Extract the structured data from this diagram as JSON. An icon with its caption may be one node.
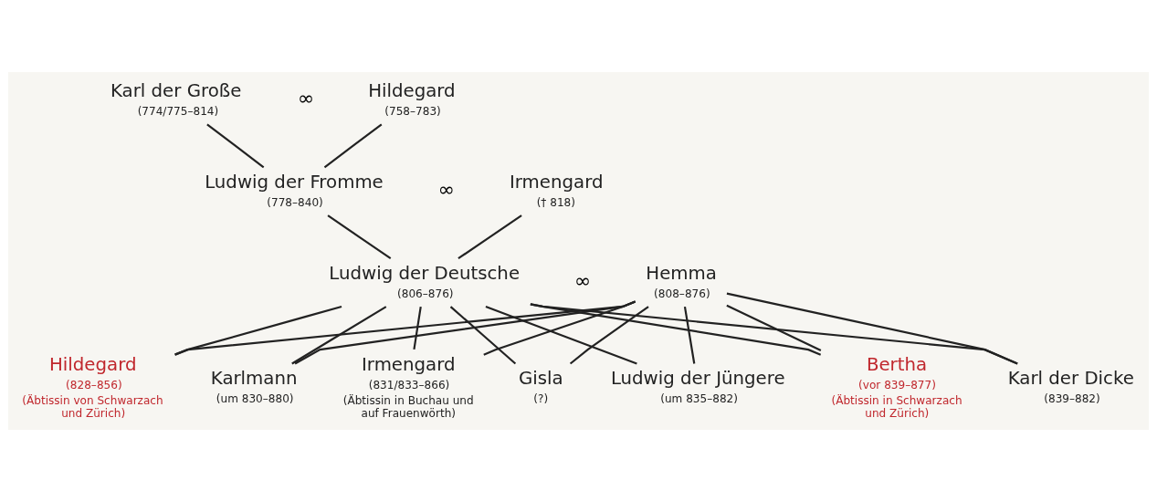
{
  "diagram": {
    "nodes": [
      {
        "text": [
          "Karl der Große"
        ],
        "beside": [
          "(774/775–814)"
        ]
      },
      {
        "text": [
          "Hildegard"
        ],
        "beside": [
          "(758–783)"
        ]
      },
      {
        "text": [
          "Ludwig der Fromme"
        ],
        "beside": [
          "(778–840)"
        ]
      },
      {
        "text": [
          "Irmengard"
        ],
        "beside": [
          "(† 818)"
        ]
      },
      {
        "text": [
          "Ludwig der Deutsche"
        ],
        "beside": [
          "(806–876)"
        ]
      },
      {
        "text": [
          "Hemma"
        ],
        "beside": [
          "(808–876)"
        ]
      },
      {
        "text": [
          "Hildegard"
        ],
        "beside": [
          "(828–856)",
          "(Äbtissin von Schwarzach und Zürich)"
        ]
      },
      {
        "text": [
          "Karlmann"
        ],
        "beside": [
          "(um 830–880)"
        ]
      },
      {
        "text": [
          "Irmengard"
        ],
        "beside": [
          "(831/833–866)",
          "(Äbtissin in Buchau und auf Frauenwörth)"
        ]
      },
      {
        "text": [
          "Gisla"
        ],
        "beside": [
          "(?)"
        ]
      },
      {
        "text": [
          "Ludwig der Jüngere"
        ],
        "beside": [
          "(um 835–882)"
        ]
      },
      {
        "text": [
          "Bertha"
        ],
        "beside": [
          "(vor 839–877)",
          "(Äbtissin in Schwarzach und Zürich)"
        ]
      },
      {
        "text": [
          "Karl der Dicke"
        ],
        "beside": [
          "(839–882)"
        ]
      }
    ],
    "edges": [
      {
        "from": 0,
        "to": 2,
        "arrow": "none"
      },
      {
        "from": 1,
        "to": 2,
        "arrow": "none"
      },
      {
        "from": 2,
        "to": 4,
        "arrow": "none"
      },
      {
        "from": 3,
        "to": 4,
        "arrow": "none"
      },
      {
        "from": 4,
        "to": 6,
        "arrow": "none"
      },
      {
        "from": 5,
        "to": 6,
        "arrow": "none"
      },
      {
        "from": 4,
        "to": 7,
        "arrow": "none"
      },
      {
        "from": 5,
        "to": 7,
        "arrow": "none"
      },
      {
        "from": 4,
        "to": 8,
        "arrow": "none"
      },
      {
        "from": 5,
        "to": 8,
        "arrow": "none"
      },
      {
        "from": 4,
        "to": 9,
        "arrow": "none"
      },
      {
        "from": 5,
        "to": 9,
        "arrow": "none"
      },
      {
        "from": 4,
        "to": 10,
        "arrow": "none"
      },
      {
        "from": 5,
        "to": 10,
        "arrow": "none"
      },
      {
        "from": 4,
        "to": 11,
        "arrow": "none"
      },
      {
        "from": 5,
        "to": 11,
        "arrow": "none"
      },
      {
        "from": 4,
        "to": 12,
        "arrow": "none"
      },
      {
        "from": 5,
        "to": 12,
        "arrow": "none"
      }
    ],
    "labels": [
      "∞",
      "∞",
      "∞"
    ]
  }
}
